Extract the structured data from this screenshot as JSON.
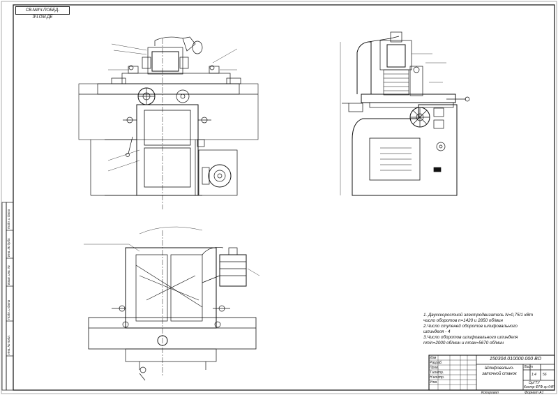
{
  "stamp_corner": "СВ-МИЧ.ПОБЕД-ЗЧ.ОМ.ДЕ",
  "notes": {
    "line1": "1. Двухскоростной электродвигатель N=0,75/1 кВт",
    "line2": "число оборотов n=1420 и 2850 об/мин",
    "line3": "2.Число ступеней оборотов шлифовального",
    "line4": "шпинделя - 4",
    "line5": "3.Число оборотов шлифовального шпинделя",
    "line6": "nmin=2000 об/мин и nmax=5670 об/мин"
  },
  "title_block": {
    "code": "150304.010000.000 ВО",
    "title_line1": "Шлифовально-",
    "title_line2": "заточной станок",
    "sheet_label": "Лист",
    "mass": "1:4",
    "scale": "56",
    "org_line1": "ОрГТУ",
    "org_line2": "Контр ФТФ гр 04Р",
    "rows": [
      "Изм",
      "Разраб.",
      "Пров.",
      "Т.контр.",
      "Н.контр.",
      "Утв."
    ],
    "copy_label": "Копировал",
    "format_label": "Формат А1"
  },
  "side_labels": {
    "a": "Подп. и дата",
    "b": "Инв. № дубл.",
    "c": "Взам. инв. №",
    "d": "Подп. и дата",
    "e": "Инв. № подл."
  }
}
